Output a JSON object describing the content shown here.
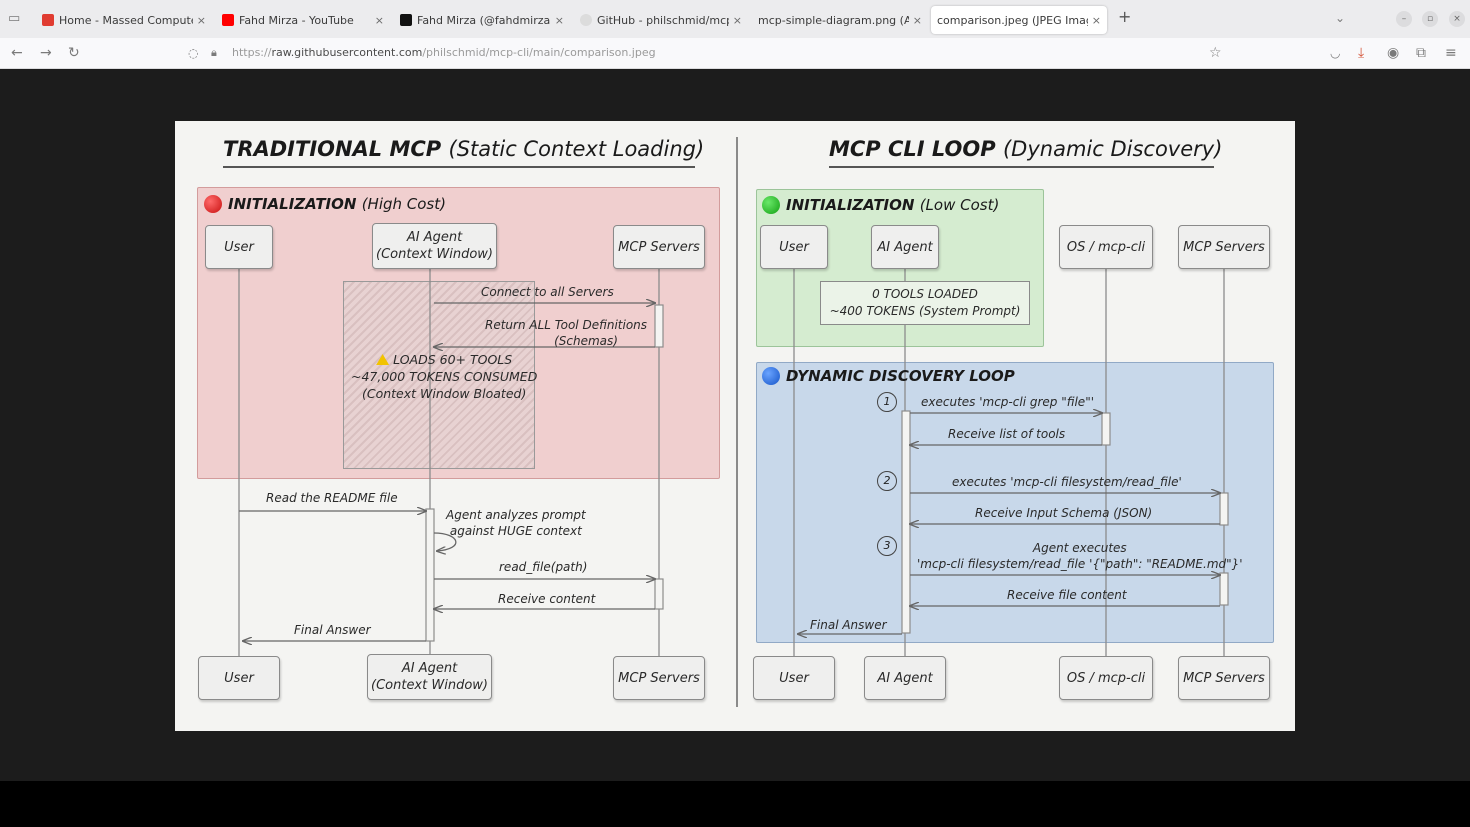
{
  "browser": {
    "tabs": [
      {
        "title": "Home - Massed Compute",
        "favicon": "massed-compute-icon",
        "color": "#e03c31"
      },
      {
        "title": "Fahd Mirza - YouTube",
        "favicon": "youtube-icon",
        "color": "#ff0000"
      },
      {
        "title": "Fahd Mirza (@fahdmirza",
        "favicon": "x-icon",
        "color": "#111111"
      },
      {
        "title": "GitHub - philschmid/mcp",
        "favicon": "github-icon",
        "color": "#dddddd"
      },
      {
        "title": "mcp-simple-diagram.png (A",
        "favicon": "image-icon",
        "color": "#f9f9fb"
      },
      {
        "title": "comparison.jpeg (JPEG Imag",
        "favicon": "image-icon",
        "color": "#ffffff"
      }
    ],
    "new_tab": "+",
    "url_prefix": "https://",
    "url_domain": "raw.githubusercontent.com",
    "url_path": "/philschmid/mcp-cli/main/comparison.jpeg"
  },
  "diagram": {
    "left": {
      "title_main": "TRADITIONAL MCP",
      "title_sub": "(Static Context Loading)",
      "init_label_main": "INITIALIZATION",
      "init_label_sub": "(High Cost)",
      "init_color": "#e02020",
      "actor_user": "User",
      "actor_agent_1": "AI Agent",
      "actor_agent_2": "(Context Window)",
      "actor_servers": "MCP Servers",
      "msg_connect": "Connect to all Servers",
      "msg_return_1": "Return ALL Tool Definitions",
      "msg_return_2": "(Schemas)",
      "warn_1": "LOADS 60+ TOOLS",
      "warn_2": "~47,000 TOKENS CONSUMED",
      "warn_3": "(Context Window Bloated)",
      "msg_readme": "Read the README file",
      "msg_analyze_1": "Agent analyzes prompt",
      "msg_analyze_2": "against HUGE context",
      "msg_readfile": "read_file(path)",
      "msg_receive": "Receive content",
      "msg_final": "Final Answer"
    },
    "right": {
      "title_main": "MCP CLI LOOP",
      "title_sub": "(Dynamic Discovery)",
      "init_label_main": "INITIALIZATION",
      "init_label_sub": "(Low Cost)",
      "init_color": "#22b822",
      "loop_label": "DYNAMIC DISCOVERY LOOP",
      "loop_color": "#1f6fe0",
      "actor_user": "User",
      "actor_agent": "AI Agent",
      "actor_os": "OS / mcp-cli",
      "actor_servers": "MCP Servers",
      "note_1": "0 TOOLS LOADED",
      "note_2": "~400 TOKENS (System Prompt)",
      "step_1": "1",
      "step_2": "2",
      "step_3": "3",
      "msg_grep": "executes 'mcp-cli grep \"file\"'",
      "msg_list": "Receive list of tools",
      "msg_exec2": "executes 'mcp-cli filesystem/read_file'",
      "msg_schema": "Receive Input Schema (JSON)",
      "msg_exec3_1": "Agent executes",
      "msg_exec3_2": "'mcp-cli filesystem/read_file '{\"path\": \"README.md\"}'",
      "msg_filecontent": "Receive file content",
      "msg_final": "Final Answer"
    }
  }
}
